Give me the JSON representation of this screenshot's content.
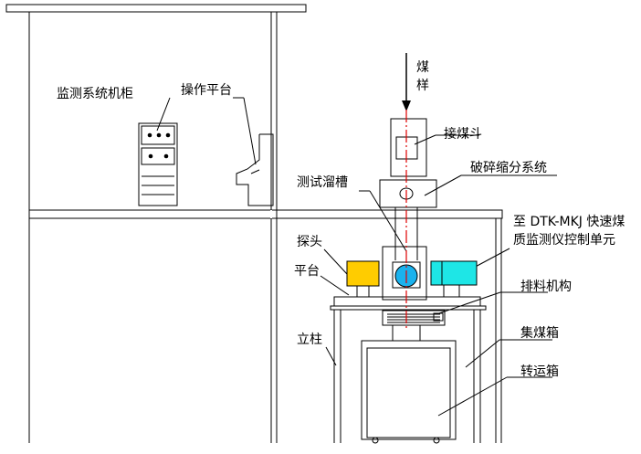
{
  "labels": {
    "cabinet": "监测系统机柜",
    "console": "操作平台",
    "coal_sample_top": "煤",
    "coal_sample_bottom": "样",
    "hopper": "接煤斗",
    "crusher": "破碎缩分系统",
    "chute": "测试溜槽",
    "controller_line1": "至 DTK-MKJ 快速煤",
    "controller_line2": "质监测仪控制单元",
    "probe": "探头",
    "platform": "平台",
    "discharge": "排料机构",
    "column": "立柱",
    "collector": "集煤箱",
    "transfer": "转运箱"
  },
  "colors": {
    "probe_left": "#ffcc00",
    "probe_center": "#1ab2ee",
    "probe_right": "#1ee6e6",
    "center_line": "#e00000",
    "stroke": "#000000"
  }
}
